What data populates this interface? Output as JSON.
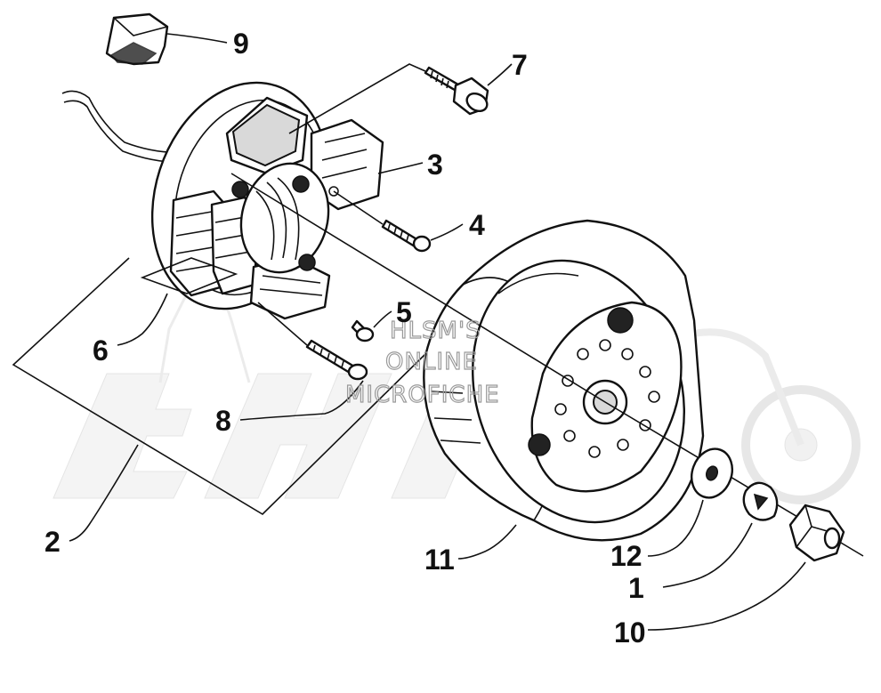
{
  "diagram": {
    "watermark": {
      "line1": "HLSM'S",
      "line2": "ONLINE",
      "line3": "MICROFICHE"
    },
    "callouts": [
      {
        "id": "c1",
        "label": "1"
      },
      {
        "id": "c2",
        "label": "2"
      },
      {
        "id": "c3",
        "label": "3"
      },
      {
        "id": "c4",
        "label": "4"
      },
      {
        "id": "c5",
        "label": "5"
      },
      {
        "id": "c6",
        "label": "6"
      },
      {
        "id": "c7",
        "label": "7"
      },
      {
        "id": "c8",
        "label": "8"
      },
      {
        "id": "c9",
        "label": "9"
      },
      {
        "id": "c10",
        "label": "10"
      },
      {
        "id": "c11",
        "label": "11"
      },
      {
        "id": "c12",
        "label": "12"
      }
    ]
  }
}
